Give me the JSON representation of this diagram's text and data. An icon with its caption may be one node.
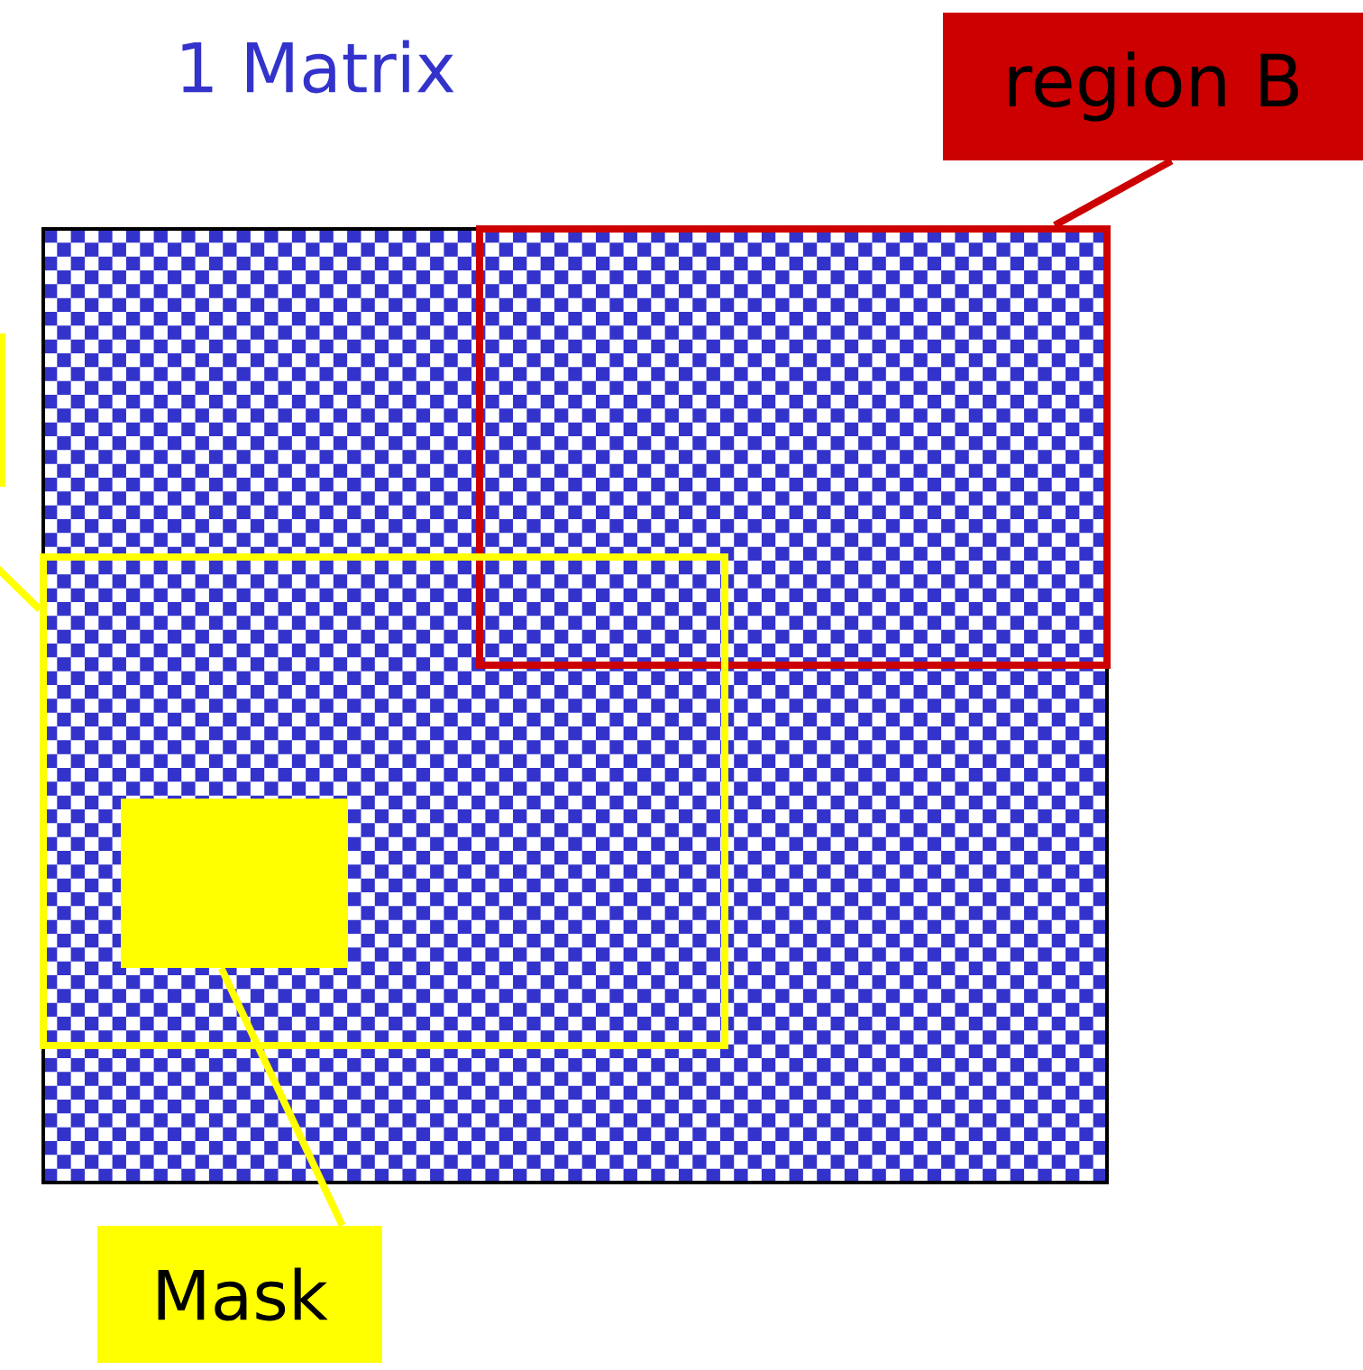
{
  "diagram": {
    "title": "1 Matrix",
    "nodes": [
      {
        "text": [],
        "shape": "box"
      },
      {
        "text": [
          "region B"
        ]
      },
      {
        "text": [],
        "shape": "box",
        "in": 0
      },
      {
        "text": [],
        "shape": "box",
        "in": 0
      },
      {
        "text": [],
        "shape": "box",
        "in": 3
      },
      {
        "text": [
          "Mask"
        ]
      },
      {
        "text": [],
        "shape": "box"
      }
    ],
    "edges": [
      {
        "from": 1,
        "to": 2,
        "arrow": "none",
        "color": "#cc0000"
      },
      {
        "from": 5,
        "to": 4,
        "arrow": "none",
        "color": "#ffff00"
      },
      {
        "from": 6,
        "to": 3,
        "arrow": "none",
        "color": "#ffff00"
      }
    ]
  }
}
